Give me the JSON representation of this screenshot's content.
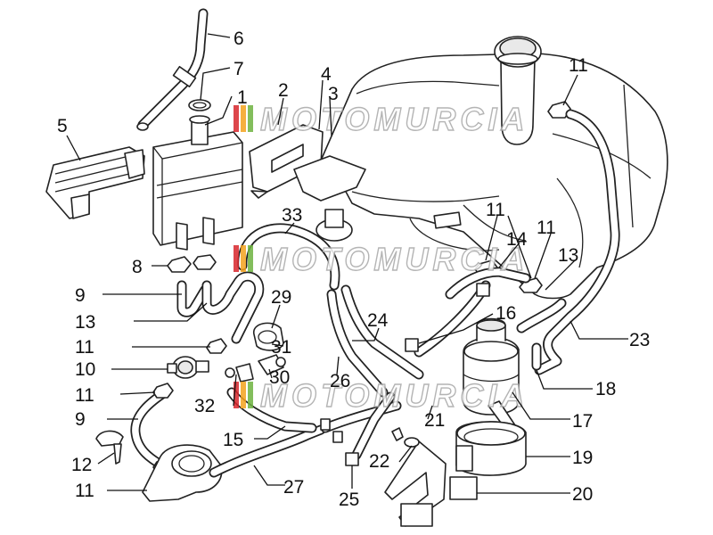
{
  "watermark": {
    "text": "MOTOMURCIA",
    "colors": [
      "#d7262b",
      "#f3a21d",
      "#6db33f"
    ]
  },
  "colors": {
    "line": "#222222",
    "background": "#ffffff"
  },
  "callouts": [
    {
      "id": "c6",
      "label": "6"
    },
    {
      "id": "c7",
      "label": "7"
    },
    {
      "id": "c1",
      "label": "1"
    },
    {
      "id": "c2",
      "label": "2"
    },
    {
      "id": "c4",
      "label": "4"
    },
    {
      "id": "c3",
      "label": "3"
    },
    {
      "id": "c5",
      "label": "5"
    },
    {
      "id": "c11a",
      "label": "11"
    },
    {
      "id": "c11b",
      "label": "11"
    },
    {
      "id": "c11c",
      "label": "11"
    },
    {
      "id": "c33",
      "label": "33"
    },
    {
      "id": "c14",
      "label": "14"
    },
    {
      "id": "c13a",
      "label": "13"
    },
    {
      "id": "c8",
      "label": "8"
    },
    {
      "id": "c9a",
      "label": "9"
    },
    {
      "id": "c13b",
      "label": "13"
    },
    {
      "id": "c29",
      "label": "29"
    },
    {
      "id": "c16",
      "label": "16"
    },
    {
      "id": "c24",
      "label": "24"
    },
    {
      "id": "c23",
      "label": "23"
    },
    {
      "id": "c11d",
      "label": "11"
    },
    {
      "id": "c31",
      "label": "31"
    },
    {
      "id": "c10",
      "label": "10"
    },
    {
      "id": "c30",
      "label": "30"
    },
    {
      "id": "c26",
      "label": "26"
    },
    {
      "id": "c18",
      "label": "18"
    },
    {
      "id": "c11e",
      "label": "11"
    },
    {
      "id": "c32",
      "label": "32"
    },
    {
      "id": "c9b",
      "label": "9"
    },
    {
      "id": "c17",
      "label": "17"
    },
    {
      "id": "c21",
      "label": "21"
    },
    {
      "id": "c15",
      "label": "15"
    },
    {
      "id": "c12",
      "label": "12"
    },
    {
      "id": "c22",
      "label": "22"
    },
    {
      "id": "c19",
      "label": "19"
    },
    {
      "id": "c27",
      "label": "27"
    },
    {
      "id": "c11f",
      "label": "11"
    },
    {
      "id": "c25",
      "label": "25"
    },
    {
      "id": "c20",
      "label": "20"
    }
  ]
}
